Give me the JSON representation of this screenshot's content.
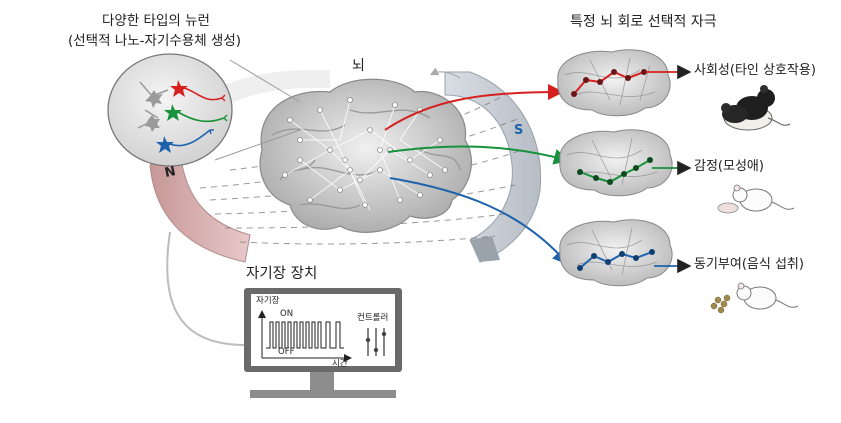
{
  "neurons": {
    "title_line1": "다양한 타입의 뉴런",
    "title_line2": "(선택적 나노-자기수용체 생성)"
  },
  "brain": {
    "label": "뇌"
  },
  "magnet": {
    "north": "N",
    "south": "S"
  },
  "device": {
    "title": "자기장 장치",
    "y_axis": "자기장",
    "on": "ON",
    "off": "OFF",
    "x_axis": "시간",
    "controller": "컨트롤러"
  },
  "stimulation": {
    "title": "특정 뇌 회로 선택적 자극",
    "outcomes": [
      {
        "label": "사회성(타인 상호작용)",
        "color": "#d6201f"
      },
      {
        "label": "감정(모성애)",
        "color": "#17913a"
      },
      {
        "label": "동기부여(음식 섭취)",
        "color": "#1f63ad"
      }
    ]
  },
  "colors": {
    "red": "#d6201f",
    "green": "#17913a",
    "blue": "#1f63ad"
  }
}
